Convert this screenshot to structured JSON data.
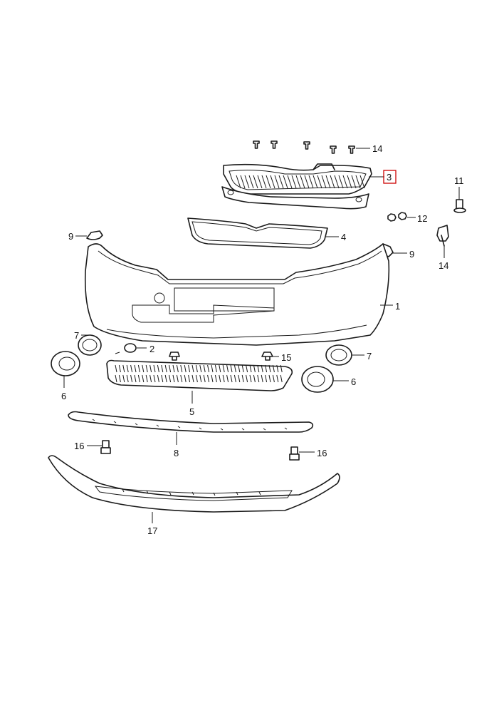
{
  "diagram": {
    "highlight_color": "#cc0000",
    "line_color": "#1a1a1a",
    "highlighted_callout": "3",
    "callouts": {
      "c1": "1",
      "c2": "2",
      "c3": "3",
      "c4": "4",
      "c5": "5",
      "c6a": "6",
      "c6b": "6",
      "c7a": "7",
      "c7b": "7",
      "c8": "8",
      "c9a": "9",
      "c9b": "9",
      "c11": "11",
      "c12": "12",
      "c14a": "14",
      "c14b": "14",
      "c15": "15",
      "c16a": "16",
      "c16b": "16",
      "c17": "17"
    }
  }
}
